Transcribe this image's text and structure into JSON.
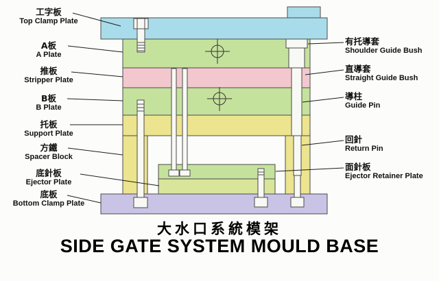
{
  "diagram": {
    "labels_left": [
      {
        "zh": "工字板",
        "en": "Top Clamp Plate"
      },
      {
        "zh": "A板",
        "en": "A Plate"
      },
      {
        "zh": "推板",
        "en": "Stripper Plate"
      },
      {
        "zh": "B板",
        "en": "B Plate"
      },
      {
        "zh": "托板",
        "en": "Support Plate"
      },
      {
        "zh": "方鐵",
        "en": "Spacer Block"
      },
      {
        "zh": "底針板",
        "en": "Ejector Plate"
      },
      {
        "zh": "底板",
        "en": "Bottom Clamp Plate"
      }
    ],
    "labels_right": [
      {
        "zh": "有托導套",
        "en": "Shoulder Guide Bush"
      },
      {
        "zh": "直導套",
        "en": "Straight Guide Bush"
      },
      {
        "zh": "導柱",
        "en": "Guide Pin"
      },
      {
        "zh": "回針",
        "en": "Return Pin"
      },
      {
        "zh": "面針板",
        "en": "Ejector Retainer Plate"
      }
    ],
    "title_zh": "大水口系統模架",
    "title_en": "SIDE GATE SYSTEM MOULD BASE",
    "colors": {
      "top_clamp_plate": "#a9dcea",
      "a_plate": "#c5e29d",
      "stripper_plate": "#f2c8ce",
      "b_plate": "#c5e29d",
      "support_plate": "#ece48f",
      "spacer_block": "#ece48f",
      "ejector_retainer_plate": "#c5e29d",
      "ejector_plate": "#d9e59b",
      "bottom_clamp_plate": "#c9c3e5",
      "metal": "#f8f8f4",
      "outline": "#4a4a4a"
    }
  }
}
